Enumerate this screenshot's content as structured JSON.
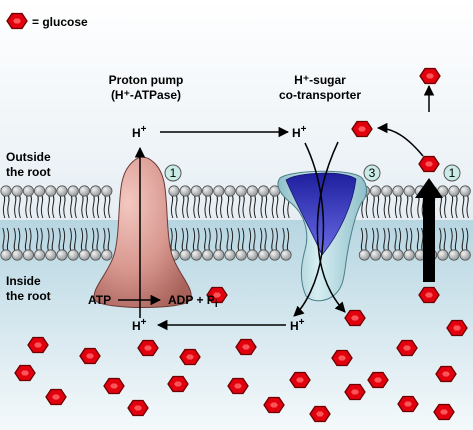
{
  "legend": {
    "label": "= glucose",
    "icon": "glucose-hexagon-icon"
  },
  "titles": {
    "pump_line1": "Proton pump",
    "pump_line2": "(H⁺-ATPase)",
    "transporter_line1": "H⁺-sugar",
    "transporter_line2": "co-transporter"
  },
  "regions": {
    "outside_line1": "Outside",
    "outside_line2": "the root",
    "inside_line1": "Inside",
    "inside_line2": "the root"
  },
  "reaction": {
    "atp": "ATP",
    "adp": "ADP + P",
    "pi_sub": "i"
  },
  "proton": {
    "base": "H",
    "charge": "+"
  },
  "step_numbers": {
    "pump": "1",
    "transporter": "3",
    "export": "1"
  },
  "colors": {
    "extracellular_top": "#ffffff",
    "extracellular_bottom": "#e6eef4",
    "cytoplasm_top": "#b7d6e2",
    "cytoplasm_bottom": "#f4f9fb",
    "lipid_head": "#b9bcbe",
    "pump_fill": "#d89890",
    "transporter_fill": "#b2d8df",
    "transporter_core": "#3d3fcc",
    "glucose_fill": "#e3000e",
    "glucose_stroke": "#7a0000",
    "step_circle": "#c9ece6"
  }
}
